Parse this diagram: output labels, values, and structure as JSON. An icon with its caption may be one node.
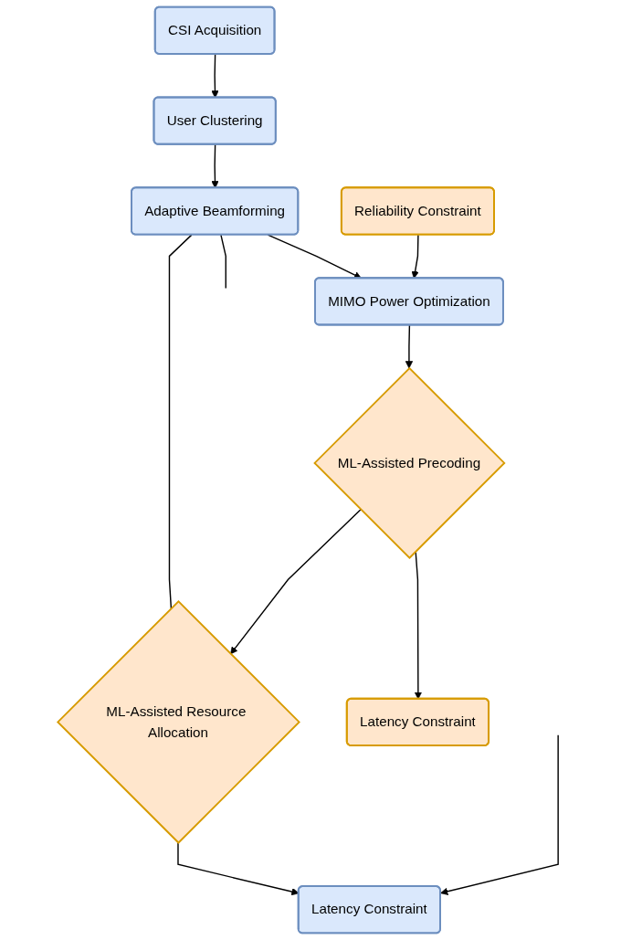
{
  "diagram": {
    "nodes": [
      {
        "text": [
          "CSI Acquisition"
        ]
      },
      {
        "text": [
          "User Clustering"
        ]
      },
      {
        "text": [
          "Adaptive Beamforming"
        ]
      },
      {
        "text": [
          "Reliability Constraint"
        ]
      },
      {
        "text": [
          "MIMO Power Optimization"
        ]
      },
      {
        "text": [
          "ML-Assisted Precoding"
        ]
      },
      {
        "text": [
          "Latency Constraint"
        ]
      },
      {
        "text": [
          "ML-Assisted Resource Allocation"
        ]
      },
      {
        "text": [
          "Latency Constraint"
        ]
      }
    ],
    "edges": [
      {
        "from": 0,
        "to": 1,
        "arrow": "to"
      },
      {
        "from": 1,
        "to": 2,
        "arrow": "to"
      },
      {
        "from": 2,
        "to": 4,
        "arrow": "to"
      },
      {
        "from": 3,
        "to": 4,
        "arrow": "to"
      },
      {
        "from": 4,
        "to": 5,
        "arrow": "to"
      },
      {
        "from": 5,
        "to": 6,
        "arrow": "to"
      },
      {
        "from": 5,
        "to": 7,
        "arrow": "to"
      },
      {
        "from": 7,
        "to": 8,
        "arrow": "to"
      },
      {
        "from": 7,
        "to": 2,
        "arrow": "none"
      },
      {
        "from": 2,
        "to": null,
        "arrow": "none"
      },
      {
        "from": null,
        "to": 8,
        "arrow": "to"
      }
    ]
  }
}
